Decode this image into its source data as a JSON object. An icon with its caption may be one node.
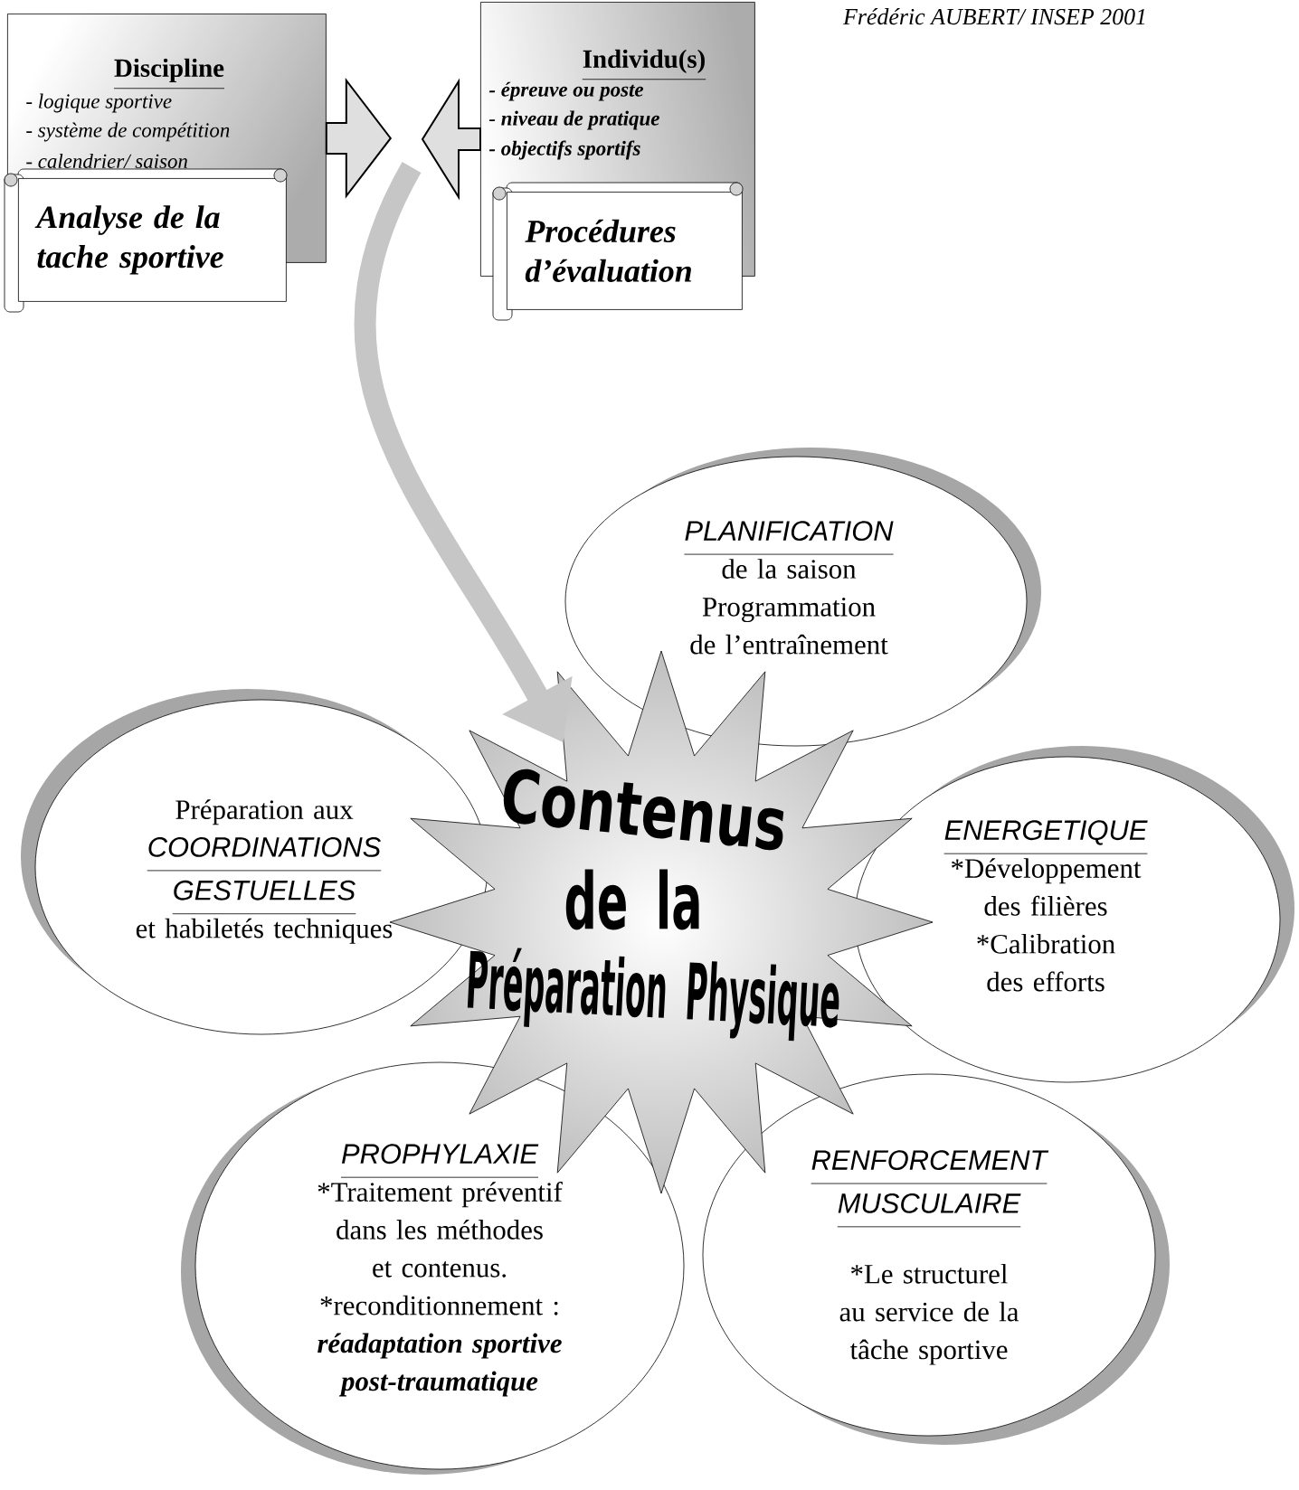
{
  "diagram": {
    "nodes": [
      {
        "text": [
          "Discipline",
          "- logique sportive",
          "- système de compétition",
          "- calendrier/ saison"
        ]
      },
      {
        "text": [
          "Analyse de la tache sportive"
        ]
      },
      {
        "text": [
          "Individu(s)",
          "- épreuve ou poste",
          "- niveau de pratique",
          "- objectifs sportifs"
        ]
      },
      {
        "text": [
          "Procédures d’évaluation"
        ]
      },
      {
        "text": [
          "Contenus",
          "de la",
          "Préparation Physique"
        ]
      },
      {
        "text": [
          "PLANIFICATION",
          "de la saison Programmation de l’entraînement"
        ]
      },
      {
        "text": [
          "Préparation aux",
          "COORDINATIONS GESTUELLES",
          "et habiletés techniques"
        ]
      },
      {
        "text": [
          "ENERGETIQUE",
          "*Développement des filières *Calibration des efforts"
        ]
      },
      {
        "text": [
          "PROPHYLAXIE",
          "*Traitement préventif dans les méthodes et contenus. *reconditionnement :",
          "réadaptation sportive post-traumatique"
        ]
      },
      {
        "text": [
          "RENFORCEMENT MUSCULAIRE",
          "*Le structurel au service de la tâche sportive"
        ]
      }
    ],
    "edges": [
      {
        "from": 0,
        "to": null,
        "arrow": "to"
      },
      {
        "from": 2,
        "to": null,
        "arrow": "to"
      },
      {
        "from": null,
        "to": 4,
        "arrow": "to"
      }
    ],
    "labels": [
      "Frédéric AUBERT/ INSEP 2001"
    ]
  }
}
